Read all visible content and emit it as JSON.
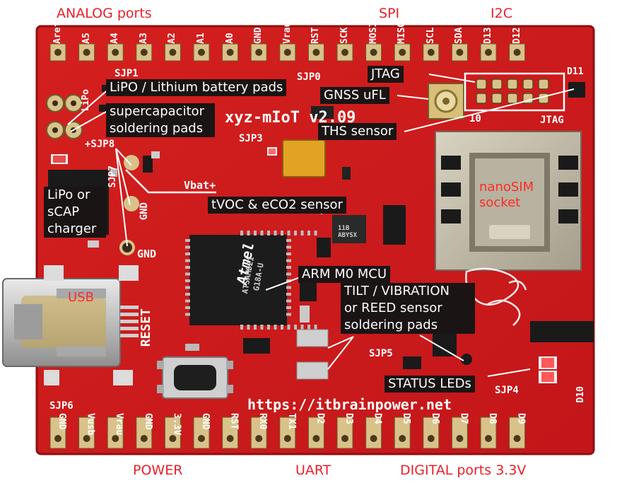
{
  "groups": {
    "analog": "ANALOG ports",
    "spi": "SPI",
    "i2c": "I2C",
    "power": "POWER",
    "uart": "UART",
    "digital": "DIGITAL ports 3.3V"
  },
  "top_pins": [
    "Aref",
    "A5",
    "A4",
    "A3",
    "A2",
    "A1",
    "A0",
    "GND",
    "Vrau",
    "RST",
    "SCK",
    "MOSI",
    "MISO",
    "SCL",
    "SDA",
    "D13",
    "D12"
  ],
  "bottom_pins": [
    "GND",
    "Vusb",
    "Vrau",
    "GND",
    "3.3V",
    "GND",
    "RST",
    "RX0",
    "TX1",
    "D2",
    "D3",
    "D4",
    "D5",
    "D6",
    "D7",
    "D8",
    "D9"
  ],
  "callouts": {
    "jtag": "JTAG",
    "gnss": "GNSS uFL",
    "ths": "THS sensor",
    "lipo_pads": "LiPO / Lithium battery pads",
    "supercap_1": "supercapacitor",
    "supercap_2": "soldering pads",
    "charger_1": "LiPo or",
    "charger_2": "sCAP",
    "charger_3": "charger",
    "tvoc": "tVOC & eCO2 sensor",
    "mcu": "ARM M0 MCU",
    "tilt_1": "TILT / VIBRATION",
    "tilt_2": "or REED sensor",
    "tilt_3": "soldering pads",
    "status": "STATUS LEDs"
  },
  "red_labels": {
    "usb": "USB",
    "nanosim_1": "nanoSIM",
    "nanosim_2": "socket"
  },
  "silkscreen": {
    "board_name": "xyz-mIoT v2.09",
    "url": "https://itbrainpower.net",
    "reset": "RESET",
    "vbat": "Vbat+",
    "gnd_1": "GND",
    "gnd_2": "GND",
    "sjp0": "SJP0",
    "sjp1": "SJP1",
    "sjp3": "SJP3",
    "sjp4": "SJP4",
    "sjp5": "SJP5",
    "sjp6": "SJP6",
    "sjp7": "SJP7",
    "sjp8": "+SJP8",
    "lipo": "LiPo",
    "d10": "D10",
    "d11": "D11",
    "jtag_silk": "JTAG",
    "ten": "10",
    "chip_atmel": "Atmel",
    "chip_code": "ATSAMD21",
    "chip_line": "G18A-U",
    "sensor_code": "11B ABYSX"
  },
  "colors": {
    "board": "#d81e1e",
    "board_dark": "#a31212",
    "callout_bg": "#1b1414",
    "group_text": "#e8202a",
    "pad_gold": "#d9c28a"
  }
}
